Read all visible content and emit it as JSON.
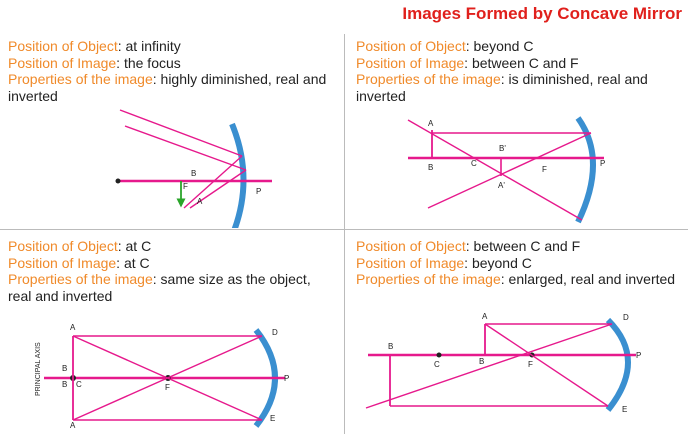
{
  "title": "Images Formed by Concave Mirror",
  "labels": {
    "object": "Position of Object",
    "image": "Position of Image",
    "properties": "Properties of the image"
  },
  "colors": {
    "title": "#e0201c",
    "label": "#f08a2a",
    "ray": "#e6198c",
    "mirror": "#3a8fd0",
    "object_arrow": "#2aa52a"
  },
  "panels": [
    {
      "object_value": ": at infinity",
      "image_value": ": the focus",
      "properties_value": ": highly diminished, real and inverted",
      "points": {
        "b": "B",
        "f": "F",
        "a": "A",
        "p": "P"
      }
    },
    {
      "object_value": ": beyond C",
      "image_value": ": between C and F",
      "properties_value": ": is diminished, real and inverted",
      "points": {
        "a": "A",
        "b": "B",
        "c": "C",
        "b1": "B'",
        "f": "F",
        "a1": "A'",
        "p": "P"
      }
    },
    {
      "object_value": ": at C",
      "image_value": ": at C",
      "properties_value": ": same size as the object, real and inverted",
      "points": {
        "a_top": "A",
        "b_top": "B",
        "b_bot": "B",
        "c": "C",
        "f": "F",
        "a_bot": "A",
        "d": "D",
        "e": "E",
        "p": "P",
        "axis": "PRINCIPAL AXIS"
      }
    },
    {
      "object_value": ": between C and F",
      "image_value": ": beyond C",
      "properties_value": ": enlarged, real and inverted",
      "points": {
        "a": "A",
        "b_left": "B",
        "c": "C",
        "b_mid": "B",
        "f": "F",
        "d": "D",
        "p": "P",
        "e": "E"
      }
    }
  ]
}
